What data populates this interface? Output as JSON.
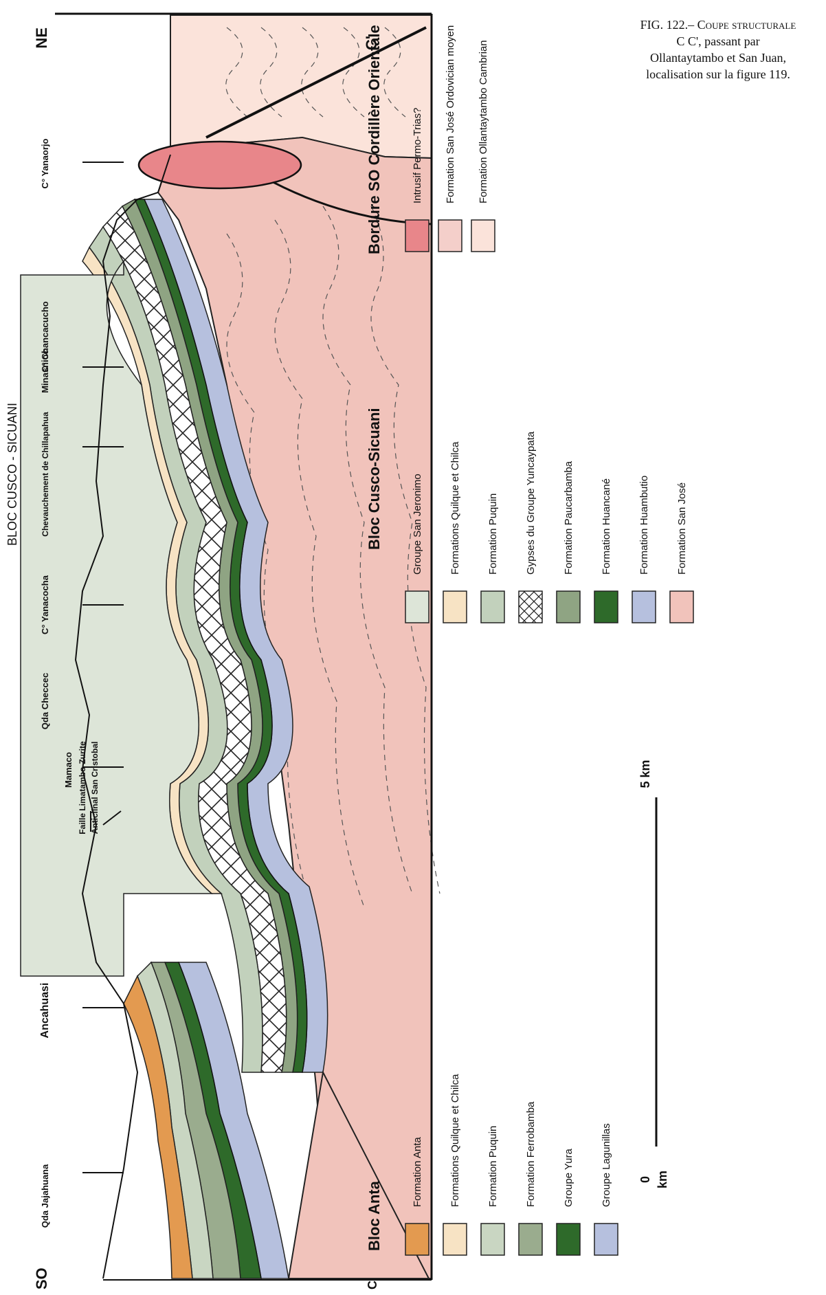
{
  "figure": {
    "caption_lines": [
      "FIG. 122.– Coupe structurale",
      "C C', passant par",
      "Ollantaytambo et San Juan,",
      "localisation sur la figure 119."
    ]
  },
  "section": {
    "orientation_left": "SO",
    "orientation_right": "NE",
    "point_left": "C",
    "point_right": "C'",
    "block_title": "BLOC CUSCO - SICUANI"
  },
  "localities": [
    "Qda Jajahuana",
    "Ancahuasi",
    "Mamaco",
    "Faille Limatambo-Zurite",
    "Anticlinal San Cristobal",
    "Qda Checcec",
    "C° Yanacocha",
    "Chevauchement de Chillapahua",
    "Minasnioc",
    "C° Chancacucho",
    "C° Yanaorjo"
  ],
  "scale": {
    "zero": "0",
    "unit": "km",
    "end": "5 km"
  },
  "legend": {
    "groups": [
      {
        "title": "Bloc Anta",
        "items": [
          {
            "label": "Formation  Anta",
            "color": "#e39a50",
            "pattern": "solid"
          },
          {
            "label": "Formations Quilque et  Chilca",
            "color": "#f7e3c4",
            "pattern": "solid"
          },
          {
            "label": "Formation Puquin",
            "color": "#c9d6c2",
            "pattern": "solid"
          },
          {
            "label": "Formation Ferrobamba",
            "color": "#9aac8e",
            "pattern": "solid"
          },
          {
            "label": "Groupe Yura",
            "color": "#2e6a2a",
            "pattern": "solid"
          },
          {
            "label": "Groupe Lagunillas",
            "color": "#b6c0de",
            "pattern": "solid"
          }
        ]
      },
      {
        "title": "Bloc  Cusco-Sicuani",
        "items": [
          {
            "label": "Groupe San Jeronimo",
            "color": "#dde5d8",
            "pattern": "solid"
          },
          {
            "label": "Formations Quilque et Chilca",
            "color": "#f7e3c4",
            "pattern": "solid"
          },
          {
            "label": "Formation Puquin",
            "color": "#c2d1bc",
            "pattern": "solid"
          },
          {
            "label": "Gypses du Groupe Yuncaypata",
            "color": "#ffffff",
            "pattern": "cross"
          },
          {
            "label": "Formation Paucarbamba",
            "color": "#8fa483",
            "pattern": "solid"
          },
          {
            "label": "Formation Huancané",
            "color": "#2e6a2a",
            "pattern": "solid"
          },
          {
            "label": "Formation Huambutio",
            "color": "#b6c0de",
            "pattern": "solid"
          },
          {
            "label": "Formation San José",
            "color": "#f1c3bb",
            "pattern": "solid"
          }
        ]
      },
      {
        "title": "Bordure SO Cordillère Orientale",
        "items": [
          {
            "label": "Intrusif Permo-Trias?",
            "color": "#e8868a",
            "pattern": "solid"
          },
          {
            "label": "Formation San José Ordovician moyen",
            "color": "#f4cfca",
            "pattern": "solid"
          },
          {
            "label": "Formation Ollantaytambo Cambrian",
            "color": "#fbe3da",
            "pattern": "solid"
          }
        ]
      }
    ]
  }
}
